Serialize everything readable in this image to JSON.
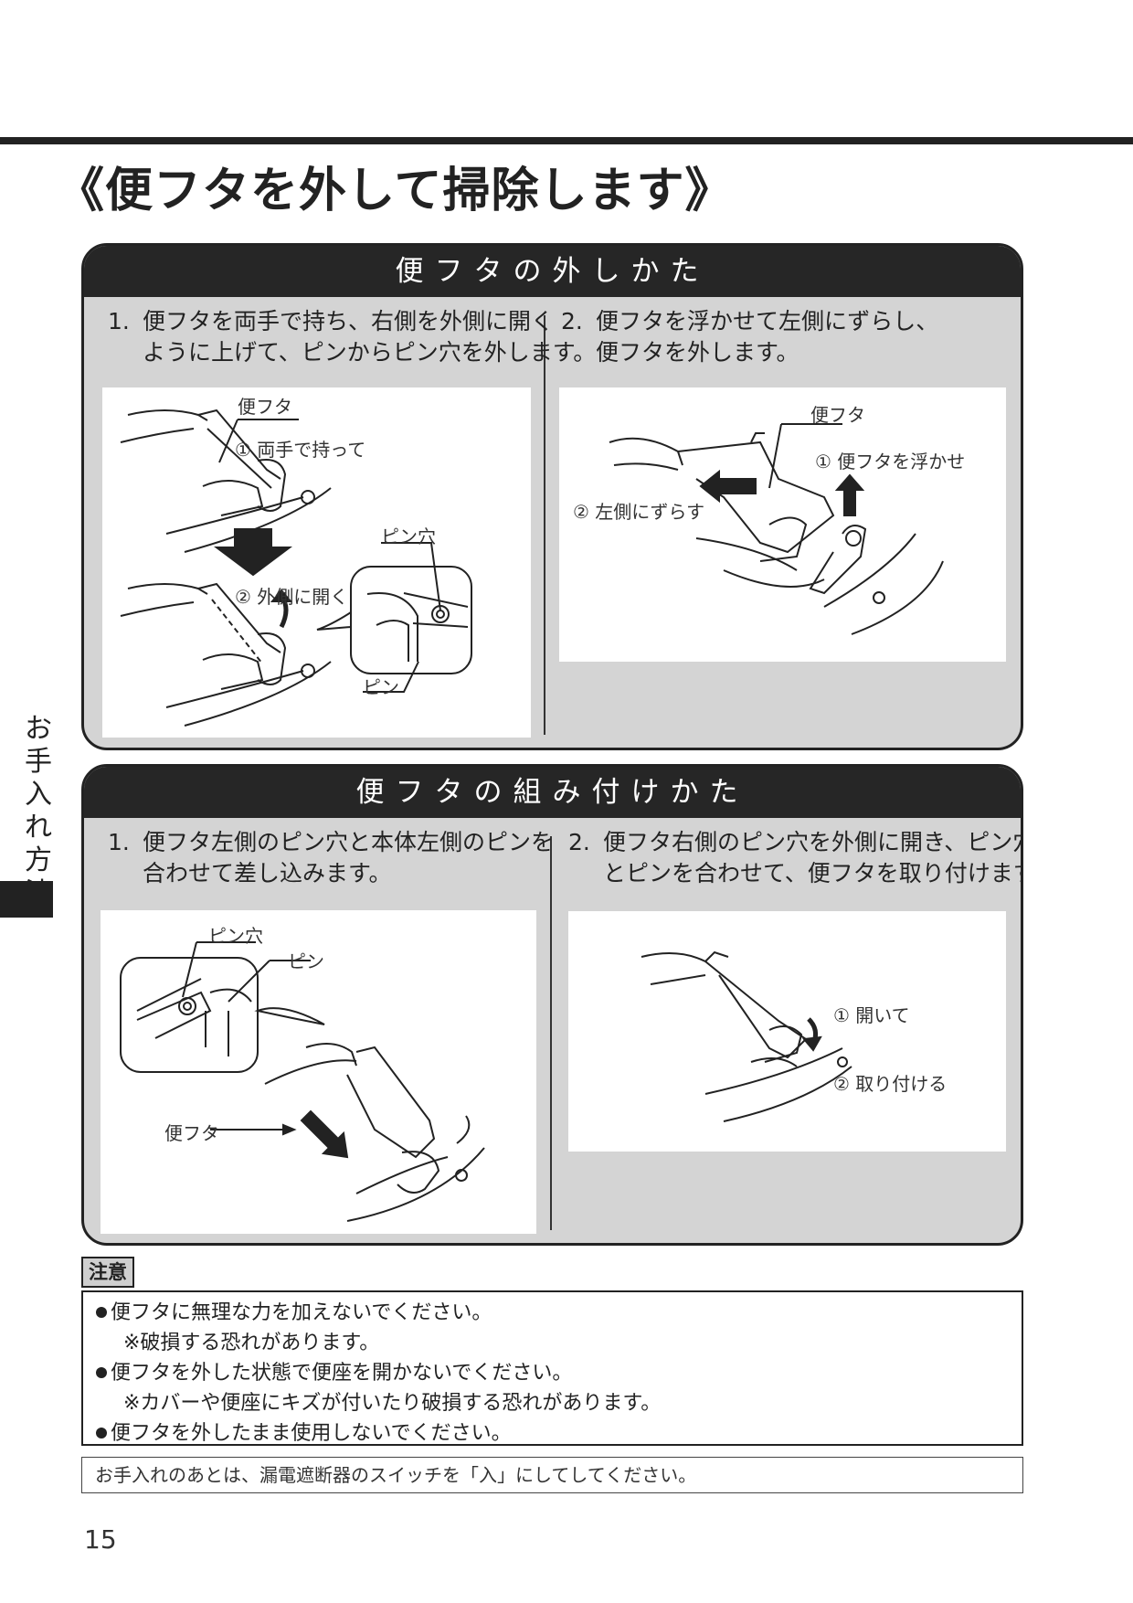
{
  "page_title": "《便フタを外して掃除します》",
  "remove_section": {
    "header": "便フタの外しかた",
    "step1": {
      "num": "1.",
      "line1": "便フタを両手で持ち、右側を外側に開く",
      "line2": "ように上げて、ピンからピン穴を外します。"
    },
    "step2": {
      "num": "2.",
      "line1": "便フタを浮かせて左側にずらし、",
      "line2": "便フタを外します。"
    },
    "fig1_labels": {
      "lid": "便フタ",
      "hold": "① 両手で持って",
      "open": "② 外側に開く",
      "pin_hole": "ピン穴",
      "pin": "ピン"
    },
    "fig2_labels": {
      "lid": "便フタ",
      "float": "① 便フタを浮かせ",
      "slide": "② 左側にずらす"
    }
  },
  "attach_section": {
    "header": "便フタの組み付けかた",
    "step1": {
      "num": "1.",
      "line1": "便フタ左側のピン穴と本体左側のピンを",
      "line2": "合わせて差し込みます。"
    },
    "step2": {
      "num": "2.",
      "line1": "便フタ右側のピン穴を外側に開き、ピン穴",
      "line2": "とピンを合わせて、便フタを取り付けます。"
    },
    "fig3_labels": {
      "pin_hole": "ピン穴",
      "pin": "ピン",
      "lid": "便フタ"
    },
    "fig4_labels": {
      "open": "① 開いて",
      "attach": "② 取り付ける"
    }
  },
  "caution": {
    "tag": "注意",
    "lines": [
      "便フタに無理な力を加えないでください。",
      "※破損する恐れがあります。",
      "便フタを外した状態で便座を開かないでください。",
      "※カバーや便座にキズが付いたり破損する恐れがあります。",
      "便フタを外したまま使用しないでください。"
    ]
  },
  "info_note": "お手入れのあとは、漏電遮断器のスイッチを「入」にしてしてください。",
  "side_label": "お手入れ方法",
  "page_number": "15"
}
